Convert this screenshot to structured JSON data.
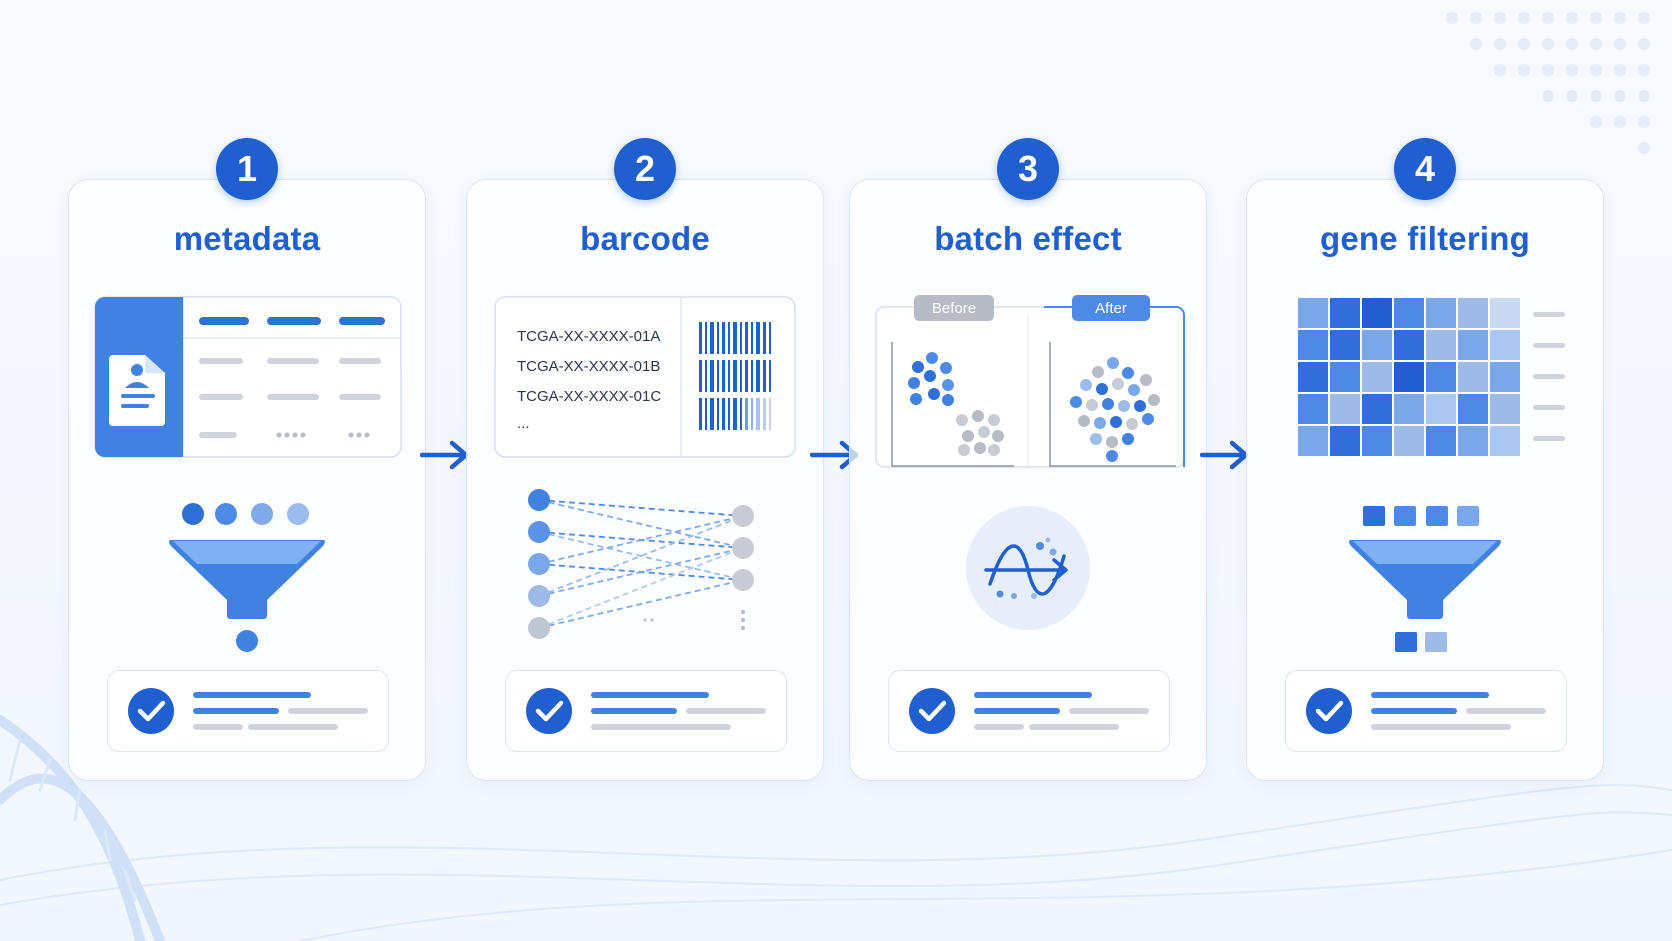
{
  "colors": {
    "primary": "#1f5fd0",
    "primary_mid": "#4d8ae6",
    "primary_light": "#a9c7f0",
    "gray": "#b6bcc6",
    "border": "#dbe5f2"
  },
  "steps": [
    {
      "number": "1",
      "title": "metadata",
      "icon": "document-user-icon"
    },
    {
      "number": "2",
      "title": "barcode",
      "icon": "barcode-icon",
      "barcodes": [
        "TCGA-XX-XXXX-01A",
        "TCGA-XX-XXXX-01B",
        "TCGA-XX-XXXX-01C"
      ],
      "more": "..."
    },
    {
      "number": "3",
      "title": "batch effect",
      "icon": "wave-arrow-icon",
      "before_label": "Before",
      "after_label": "After"
    },
    {
      "number": "4",
      "title": "gene filtering",
      "icon": "funnel-icon"
    }
  ]
}
